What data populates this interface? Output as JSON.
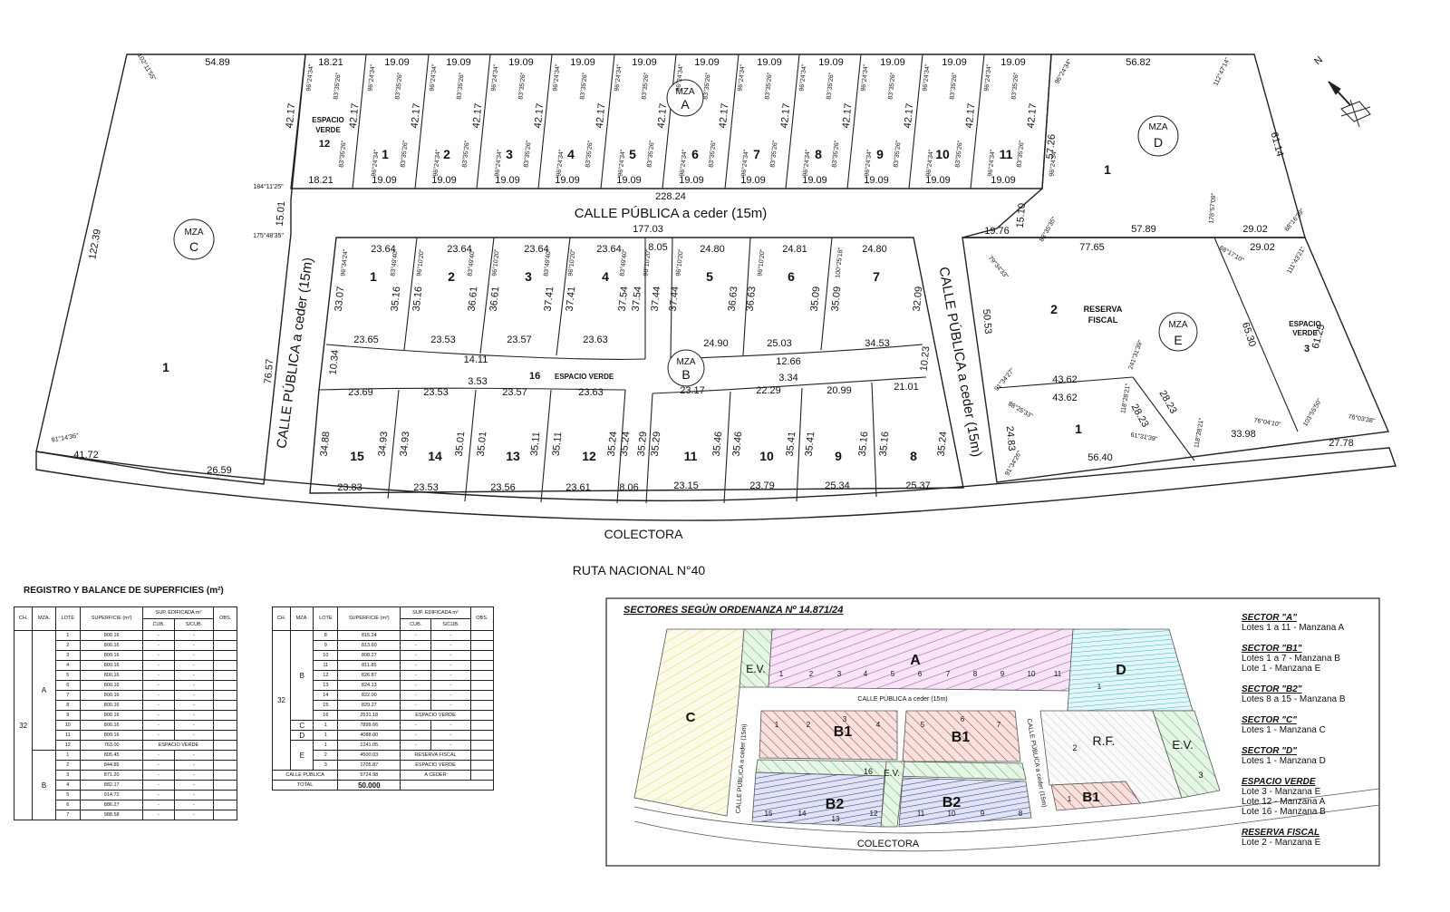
{
  "roads": {
    "colectora": "COLECTORA",
    "ruta": "RUTA NACIONAL N°40",
    "calle_top": "CALLE PÚBLICA a ceder (15m)",
    "calle_left": "CALLE PÚBLICA a ceder (15m)",
    "calle_right": "CALLE PÚBLICA a ceder (15m)"
  },
  "blocks": {
    "A": {
      "mza": "MZA",
      "letter": "A"
    },
    "B": {
      "mza": "MZA",
      "letter": "B"
    },
    "C": {
      "mza": "MZA",
      "letter": "C"
    },
    "D": {
      "mza": "MZA",
      "letter": "D"
    },
    "E": {
      "mza": "MZA",
      "letter": "E"
    }
  },
  "lots": {
    "a": [
      "1",
      "2",
      "3",
      "4",
      "5",
      "6",
      "7",
      "8",
      "9",
      "10",
      "11"
    ],
    "a_ev": [
      "ESPACIO",
      "VERDE",
      "12"
    ],
    "b_top": [
      "1",
      "2",
      "3",
      "4",
      "5",
      "6",
      "7"
    ],
    "b_bottom": [
      "15",
      "14",
      "13",
      "12",
      "11",
      "10",
      "9",
      "8"
    ],
    "b_ev": [
      "16",
      "ESPACIO VERDE"
    ],
    "c": "1",
    "d": "1",
    "e_rf": [
      "2",
      "RESERVA",
      "FISCAL"
    ],
    "e_1": "1",
    "e_ev": [
      "ESPACIO",
      "VERDE",
      "3"
    ]
  },
  "dimensions": {
    "a_top": [
      "18.21",
      "19.09",
      "19.09",
      "19.09",
      "19.09",
      "19.09",
      "19.09",
      "19.09",
      "19.09",
      "19.09",
      "19.09",
      "19.09"
    ],
    "a_bottom": [
      "18.21",
      "19.09",
      "19.09",
      "19.09",
      "19.09",
      "19.09",
      "19.09",
      "19.09",
      "19.09",
      "19.09",
      "19.09",
      "19.09"
    ],
    "a_depth": "42.17",
    "a_angle_l": "83°35'26\"",
    "a_angle_r": "96°24'34\"",
    "c_top": "54.89",
    "c_left": "122.39",
    "c_bottom": "41.72",
    "c_bottom2": "26.59",
    "c_angle_tl": "102°11'55\"",
    "c_angle_bl": "91°14'36\"",
    "c_angle_a": "184°11'25\"",
    "c_angle_b": "175°48'35\"",
    "calle_w": "15.01",
    "calle_len": "228.24",
    "calle_len2": "177.03",
    "c_right": "76.57",
    "d_top": "56.82",
    "d_right": "61.14",
    "d_left": "57.26",
    "d_bottom": "57.89",
    "d_small": "15.10",
    "d_small2": "19.76",
    "d_right2": "29.02",
    "d_angle_tr": "112°47'14\"",
    "d_angle_mid": "178°57'09\"",
    "d_angle_r": "68°16'39\"",
    "d_angle_tl": "96°24'34\"",
    "d_angle_bl": "83°35'35\"",
    "b_top": [
      "23.64",
      "23.64",
      "23.64",
      "23.64",
      "24.80",
      "24.81",
      "24.80"
    ],
    "b_top_extra": "8.05",
    "b_top_bottom": [
      "23.65",
      "23.53",
      "23.57",
      "23.63",
      "24.90",
      "25.03",
      "34.53"
    ],
    "b_top_depth": [
      "33.07",
      "35.16",
      "35.16",
      "36.61",
      "36.61",
      "37.41",
      "37.41",
      "37.54",
      "37.54",
      "37.44",
      "37.44",
      "36.63",
      "36.63",
      "35.09",
      "35.09",
      "32.09"
    ],
    "b_top_angles": [
      "96°34'24\"",
      "83°49'40\"",
      "96°10'20\"",
      "83°49'40\"",
      "96°10'20\"",
      "83°49'40\"",
      "96°10'20\"",
      "83°49'40\"",
      "96°10'20\"",
      "96°10'20\"",
      "96°10'20\"",
      "100°25'18\""
    ],
    "b_ev": [
      "10.34",
      "14.11",
      "3.53",
      "12.66",
      "3.34",
      "10.23"
    ],
    "b_bot_top": [
      "23.69",
      "23.53",
      "23.57",
      "23.63",
      "23.17",
      "22.29",
      "20.99",
      "21.01"
    ],
    "b_bot_bottom": [
      "23.83",
      "23.53",
      "23.56",
      "23.61",
      "8.06",
      "23.15",
      "23.79",
      "25.34",
      "25.37"
    ],
    "b_bot_depth": [
      "34.88",
      "34.93",
      "34.93",
      "35.01",
      "35.01",
      "35.11",
      "35.11",
      "35.24",
      "35.24",
      "35.29",
      "35.29",
      "35.46",
      "35.46",
      "35.41",
      "35.41",
      "35.16",
      "35.16",
      "35.24"
    ],
    "e_top": "77.65",
    "e_left": "50.53",
    "e_mid": "43.62",
    "e_mid2": "43.62",
    "e_bottom": "56.40",
    "e_left2": "24.83",
    "e_diag": "28.23",
    "e_diag2": "28.23",
    "e_ev_top": "29.02",
    "e_ev_left": "65.30",
    "e_ev_right": "61.25",
    "e_ev_bottom": "27.78",
    "e_bottom2": "33.98",
    "e_angles": [
      "79°34'33\"",
      "91°34'27\"",
      "241°31'39\"",
      "118°28'21\"",
      "88°25'33\"",
      "91°34'26\"",
      "61°31'39\"",
      "118°28'21\"",
      "68°17'10\"",
      "111°43'21\"",
      "76°04'10\"",
      "103°55'50\"",
      "76°03'38\""
    ]
  },
  "registro": {
    "title": "REGISTRO Y BALANCE DE SUPERFICIES (m²)",
    "headers": [
      "CH.",
      "MZA.",
      "LOTE",
      "SUPERFICIE (m²)",
      "SUP. EDIFICADA m²",
      "CUB.",
      "S/CUB.",
      "OBS."
    ],
    "ch": "32",
    "rows_left": [
      {
        "mza": "A",
        "lote": "1",
        "sup": "800.16",
        "cub": "-",
        "scub": "-",
        "obs": ""
      },
      {
        "mza": "",
        "lote": "2",
        "sup": "800.16",
        "cub": "-",
        "scub": "-",
        "obs": ""
      },
      {
        "mza": "",
        "lote": "3",
        "sup": "800.16",
        "cub": "-",
        "scub": "-",
        "obs": ""
      },
      {
        "mza": "",
        "lote": "4",
        "sup": "800.16",
        "cub": "-",
        "scub": "-",
        "obs": ""
      },
      {
        "mza": "",
        "lote": "5",
        "sup": "800.16",
        "cub": "-",
        "scub": "-",
        "obs": ""
      },
      {
        "mza": "",
        "lote": "6",
        "sup": "800.16",
        "cub": "-",
        "scub": "-",
        "obs": ""
      },
      {
        "mza": "",
        "lote": "7",
        "sup": "800.16",
        "cub": "-",
        "scub": "-",
        "obs": ""
      },
      {
        "mza": "",
        "lote": "8",
        "sup": "800.16",
        "cub": "-",
        "scub": "-",
        "obs": ""
      },
      {
        "mza": "",
        "lote": "9",
        "sup": "800.16",
        "cub": "-",
        "scub": "-",
        "obs": ""
      },
      {
        "mza": "",
        "lote": "10",
        "sup": "800.16",
        "cub": "-",
        "scub": "-",
        "obs": ""
      },
      {
        "mza": "",
        "lote": "11",
        "sup": "800.16",
        "cub": "-",
        "scub": "-",
        "obs": ""
      },
      {
        "mza": "",
        "lote": "12",
        "sup": "763.00",
        "cub": "ESPACIO VERDE",
        "scub": "",
        "obs": ""
      },
      {
        "mza": "B",
        "lote": "1",
        "sup": "805.45",
        "cub": "-",
        "scub": "-",
        "obs": ""
      },
      {
        "mza": "",
        "lote": "2",
        "sup": "844.85",
        "cub": "-",
        "scub": "-",
        "obs": ""
      },
      {
        "mza": "",
        "lote": "3",
        "sup": "871.20",
        "cub": "-",
        "scub": "-",
        "obs": ""
      },
      {
        "mza": "",
        "lote": "4",
        "sup": "882.17",
        "cub": "-",
        "scub": "-",
        "obs": ""
      },
      {
        "mza": "",
        "lote": "5",
        "sup": "914.72",
        "cub": "-",
        "scub": "-",
        "obs": ""
      },
      {
        "mza": "",
        "lote": "6",
        "sup": "886.27",
        "cub": "-",
        "scub": "-",
        "obs": ""
      },
      {
        "mza": "",
        "lote": "7",
        "sup": "988.58",
        "cub": "-",
        "scub": "-",
        "obs": ""
      }
    ],
    "rows_right": [
      {
        "mza": "B",
        "lote": "8",
        "sup": "815.24",
        "cub": "-",
        "scub": "-"
      },
      {
        "mza": "",
        "lote": "9",
        "sup": "813.60",
        "cub": "-",
        "scub": "-"
      },
      {
        "mza": "",
        "lote": "10",
        "sup": "808.27",
        "cub": "-",
        "scub": "-"
      },
      {
        "mza": "",
        "lote": "11",
        "sup": "811.85",
        "cub": "-",
        "scub": "-"
      },
      {
        "mza": "",
        "lote": "12",
        "sup": "826.87",
        "cub": "-",
        "scub": "-"
      },
      {
        "mza": "",
        "lote": "13",
        "sup": "824.13",
        "cub": "-",
        "scub": "-"
      },
      {
        "mza": "",
        "lote": "14",
        "sup": "822.00",
        "cub": "-",
        "scub": "-"
      },
      {
        "mza": "",
        "lote": "15",
        "sup": "829.27",
        "cub": "-",
        "scub": "-"
      },
      {
        "mza": "",
        "lote": "16",
        "sup": "2531.18",
        "cub": "ESPACIO VERDE",
        "scub": ""
      },
      {
        "mza": "C",
        "lote": "1",
        "sup": "7899.66",
        "cub": "-",
        "scub": "-"
      },
      {
        "mza": "D",
        "lote": "1",
        "sup": "4088.00",
        "cub": "-",
        "scub": "-"
      },
      {
        "mza": "E",
        "lote": "1",
        "sup": "1241.05",
        "cub": "-",
        "scub": "-"
      },
      {
        "mza": "",
        "lote": "2",
        "sup": "4500.03",
        "cub": "RESERVA FISCAL",
        "scub": ""
      },
      {
        "mza": "",
        "lote": "3",
        "sup": "1705.87",
        "cub": "ESPACIO VERDE",
        "scub": ""
      }
    ],
    "calle_label": "CALLE PÚBLICA",
    "calle_sup": "5724.98",
    "calle_obs": "A CEDER",
    "total_label": "TOTAL",
    "total_sup": "50.000"
  },
  "sectores": {
    "title": "SECTORES SEGÚN ORDENANZA Nº 14.871/24",
    "legend": [
      {
        "h": "SECTOR \"A\"",
        "lines": [
          "Lotes 1 a 11 - Manzana A"
        ]
      },
      {
        "h": "SECTOR \"B1\"",
        "lines": [
          "Lotes 1 a 7 - Manzana B",
          "Lote 1 - Manzana E"
        ]
      },
      {
        "h": "SECTOR \"B2\"",
        "lines": [
          "Lotes 8 a 15 - Manzana B"
        ]
      },
      {
        "h": "SECTOR \"C\"",
        "lines": [
          "Lotes 1 - Manzana C"
        ]
      },
      {
        "h": "SECTOR \"D\"",
        "lines": [
          "Lotes 1 - Manzana D"
        ]
      },
      {
        "h": "ESPACIO VERDE",
        "lines": [
          "Lote 3 - Manzana E",
          "Lote 12 - Manzana A",
          "Lote 16 - Manzana B"
        ]
      },
      {
        "h": "RESERVA FISCAL",
        "lines": [
          "Lote 2 - Manzana E"
        ]
      }
    ],
    "map": {
      "A": "A",
      "B1": "B1",
      "B2": "B2",
      "C": "C",
      "D": "D",
      "EV": "E.V.",
      "RF": "R.F.",
      "calle_top": "CALLE PÚBLICA a ceder (15m)",
      "calle_left": "CALLE PÚBLICA a ceder (15m)",
      "calle_right": "CALLE PÚBLICA a ceder (15m)",
      "colectora": "COLECTORA",
      "a_lots": [
        "1",
        "2",
        "3",
        "4",
        "5",
        "6",
        "7",
        "8",
        "9",
        "10",
        "11"
      ],
      "b_top_lots": [
        "1",
        "2",
        "3",
        "4",
        "5",
        "6",
        "7"
      ],
      "b_bot_lots": [
        "15",
        "14",
        "13",
        "12",
        "11",
        "10",
        "9",
        "8"
      ],
      "ev16": "16",
      "d1": "1",
      "rf2": "2",
      "ev3": "3",
      "e1": "1"
    }
  },
  "colors": {
    "sector_a": "#c44fc4",
    "sector_b1": "#c0392b",
    "sector_b2": "#2c3e9e",
    "sector_c": "#e0d64a",
    "sector_d": "#2fb5c4",
    "ev": "#4fb84f",
    "rf": "#888888"
  }
}
